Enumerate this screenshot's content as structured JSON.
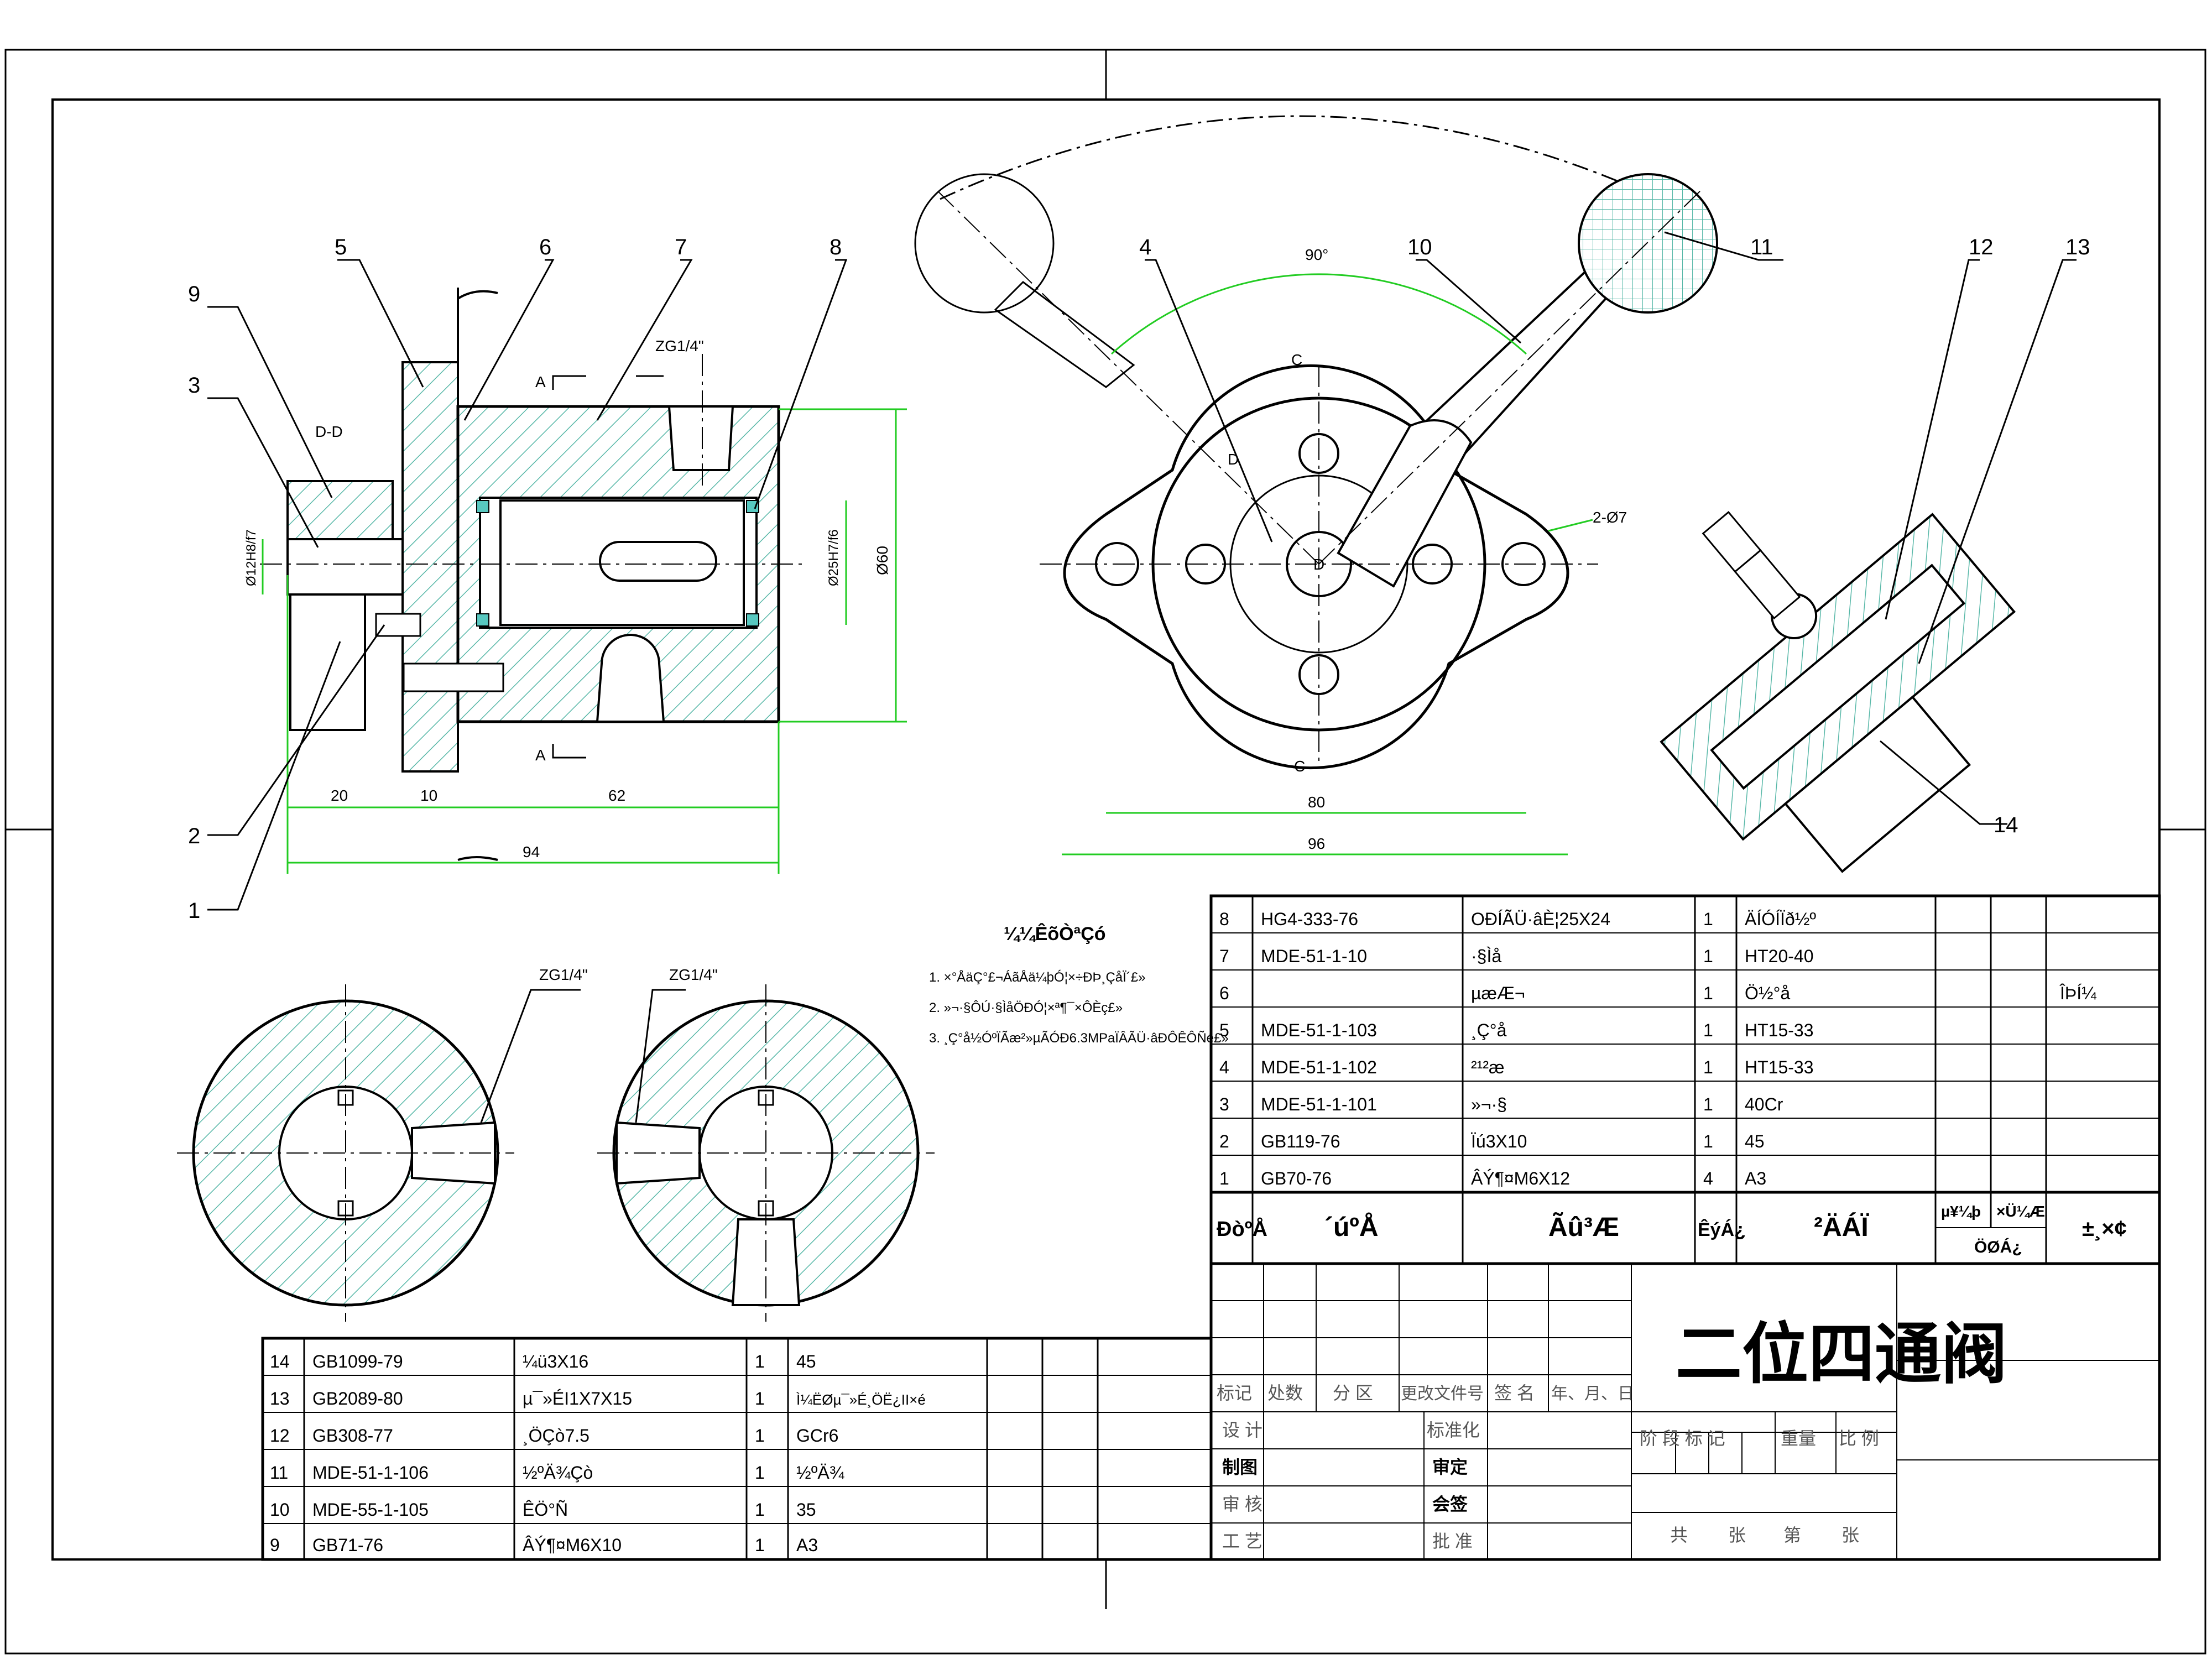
{
  "title_block": {
    "title": "二位四通阀",
    "rev_headers": [
      "标记",
      "处数",
      "分 区",
      "更改文件号",
      "签 名",
      "年、月、日"
    ],
    "role_labels": [
      "设 计",
      "制图",
      "审 核",
      "工 艺"
    ],
    "approval_labels": [
      "标准化",
      "审定",
      "会签",
      "批 准"
    ],
    "stage_labels": [
      "阶 段 标 记",
      "重量",
      "比 例"
    ],
    "sheet_labels": [
      "共",
      "张",
      "第",
      "张"
    ]
  },
  "bom_upper": {
    "rows": [
      {
        "no": "8",
        "code": "HG4-333-76",
        "name": "OÐÍÃÜ·âÈ¦25X24",
        "qty": "1",
        "material": "ÄÍÓÍÏð½º",
        "remark": ""
      },
      {
        "no": "7",
        "code": "MDE-51-1-10",
        "name": "·§Ìå",
        "qty": "1",
        "material": "HT20-40",
        "remark": ""
      },
      {
        "no": "6",
        "code": "",
        "name": "µæÆ¬",
        "qty": "1",
        "material": "Ö½°å",
        "remark": "ÎÞÍ¼"
      },
      {
        "no": "5",
        "code": "MDE-51-1-103",
        "name": "¸Ç°å",
        "qty": "1",
        "material": "HT15-33",
        "remark": ""
      },
      {
        "no": "4",
        "code": "MDE-51-1-102",
        "name": "²¹²æ",
        "qty": "1",
        "material": "HT15-33",
        "remark": ""
      },
      {
        "no": "3",
        "code": "MDE-51-1-101",
        "name": "»¬·§",
        "qty": "1",
        "material": "40Cr",
        "remark": ""
      },
      {
        "no": "2",
        "code": "GB119-76",
        "name": "Ïú3X10",
        "qty": "1",
        "material": "45",
        "remark": ""
      },
      {
        "no": "1",
        "code": "GB70-76",
        "name": "ÂÝ¶¤M6X12",
        "qty": "4",
        "material": "A3",
        "remark": ""
      }
    ],
    "header": {
      "no": "ÐòºÅ",
      "code": "´úºÅ",
      "name": "Ãû³Æ",
      "qty": "ÊýÁ¿",
      "material": "²ÄÁÏ",
      "unit": "µ¥¼þ",
      "total": "×Ü¼Æ",
      "weight": "ÖØÁ¿",
      "remark": "±¸×¢"
    }
  },
  "bom_lower": {
    "rows": [
      {
        "no": "14",
        "code": "GB1099-79",
        "name": "¼ü3X16",
        "qty": "1",
        "material": "45"
      },
      {
        "no": "13",
        "code": "GB2089-80",
        "name": "µ¯»ÉI1X7X15",
        "qty": "1",
        "material": "Ì¼ËØµ¯»É¸ÖË¿II×é"
      },
      {
        "no": "12",
        "code": "GB308-77",
        "name": "¸ÖÇò7.5",
        "qty": "1",
        "material": "GCr6"
      },
      {
        "no": "11",
        "code": "MDE-51-1-106",
        "name": "½ºÄ¾Çò",
        "qty": "1",
        "material": "½ºÄ¾"
      },
      {
        "no": "10",
        "code": "MDE-55-1-105",
        "name": "ÊÖ°Ñ",
        "qty": "1",
        "material": "35"
      },
      {
        "no": "9",
        "code": "GB71-76",
        "name": "ÂÝ¶¤M6X10",
        "qty": "1",
        "material": "A3"
      }
    ]
  },
  "tech_req": {
    "heading": "¼¼ÊõÒªÇó",
    "items": [
      "1. ×°ÅäÇ°£¬ÁãÅä¼þÓ¦×÷ÐÞ¸ÇåÏ´£»",
      "2. »¬·§ÔÚ·§ÌåÖÐÓ¦×ª¶¯×ÔÈç£»",
      "3. ¸Ç°å½ÓºÏÃæ²»µÃÓÐ6.3MPaÏÂÃÜ·âÐÔÊÔÑé£»"
    ]
  },
  "part_numbers": [
    "1",
    "2",
    "3",
    "4",
    "5",
    "6",
    "7",
    "8",
    "9",
    "10",
    "11",
    "12",
    "13",
    "14"
  ],
  "view_labels": {
    "section_a_top": "A",
    "section_a_bottom": "A",
    "section_c_top": "C",
    "section_c_bottom": "C",
    "section_d1": "D",
    "section_d2": "D",
    "section_dd": "D-D",
    "port1": "ZG1/4\"",
    "port2": "ZG1/4\"",
    "port3": "ZG1/4\""
  },
  "dimensions": {
    "d20": "20",
    "d10": "10",
    "d62": "62",
    "d94": "94",
    "d80": "80",
    "d96": "96",
    "ang90": "90°",
    "holes": "2-Ø7",
    "dia60": "Ø60",
    "dia25": "Ø25H7/f6",
    "dia12": "Ø12H8/f7"
  }
}
